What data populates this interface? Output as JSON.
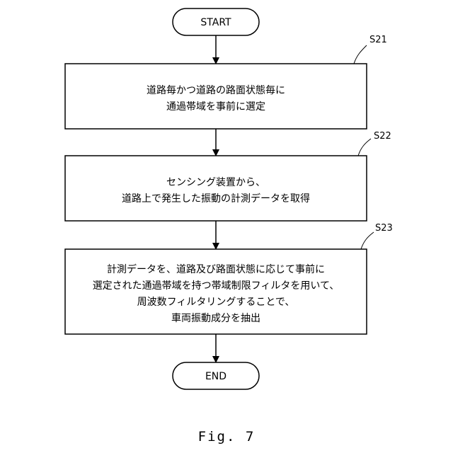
{
  "diagram": {
    "start": "START",
    "end": "END",
    "steps": [
      {
        "label": "S21",
        "lines": [
          "道路毎かつ道路の路面状態毎に",
          "通過帯域を事前に選定"
        ]
      },
      {
        "label": "S22",
        "lines": [
          "センシング装置から、",
          "道路上で発生した振動の計測データを取得"
        ]
      },
      {
        "label": "S23",
        "lines": [
          "計測データを、道路及び路面状態に応じて事前に",
          "選定された通過帯域を持つ帯域制限フィルタを用いて、",
          "周波数フィルタリングすることで、",
          "車両振動成分を抽出"
        ]
      }
    ]
  },
  "caption": "Fig. 7"
}
